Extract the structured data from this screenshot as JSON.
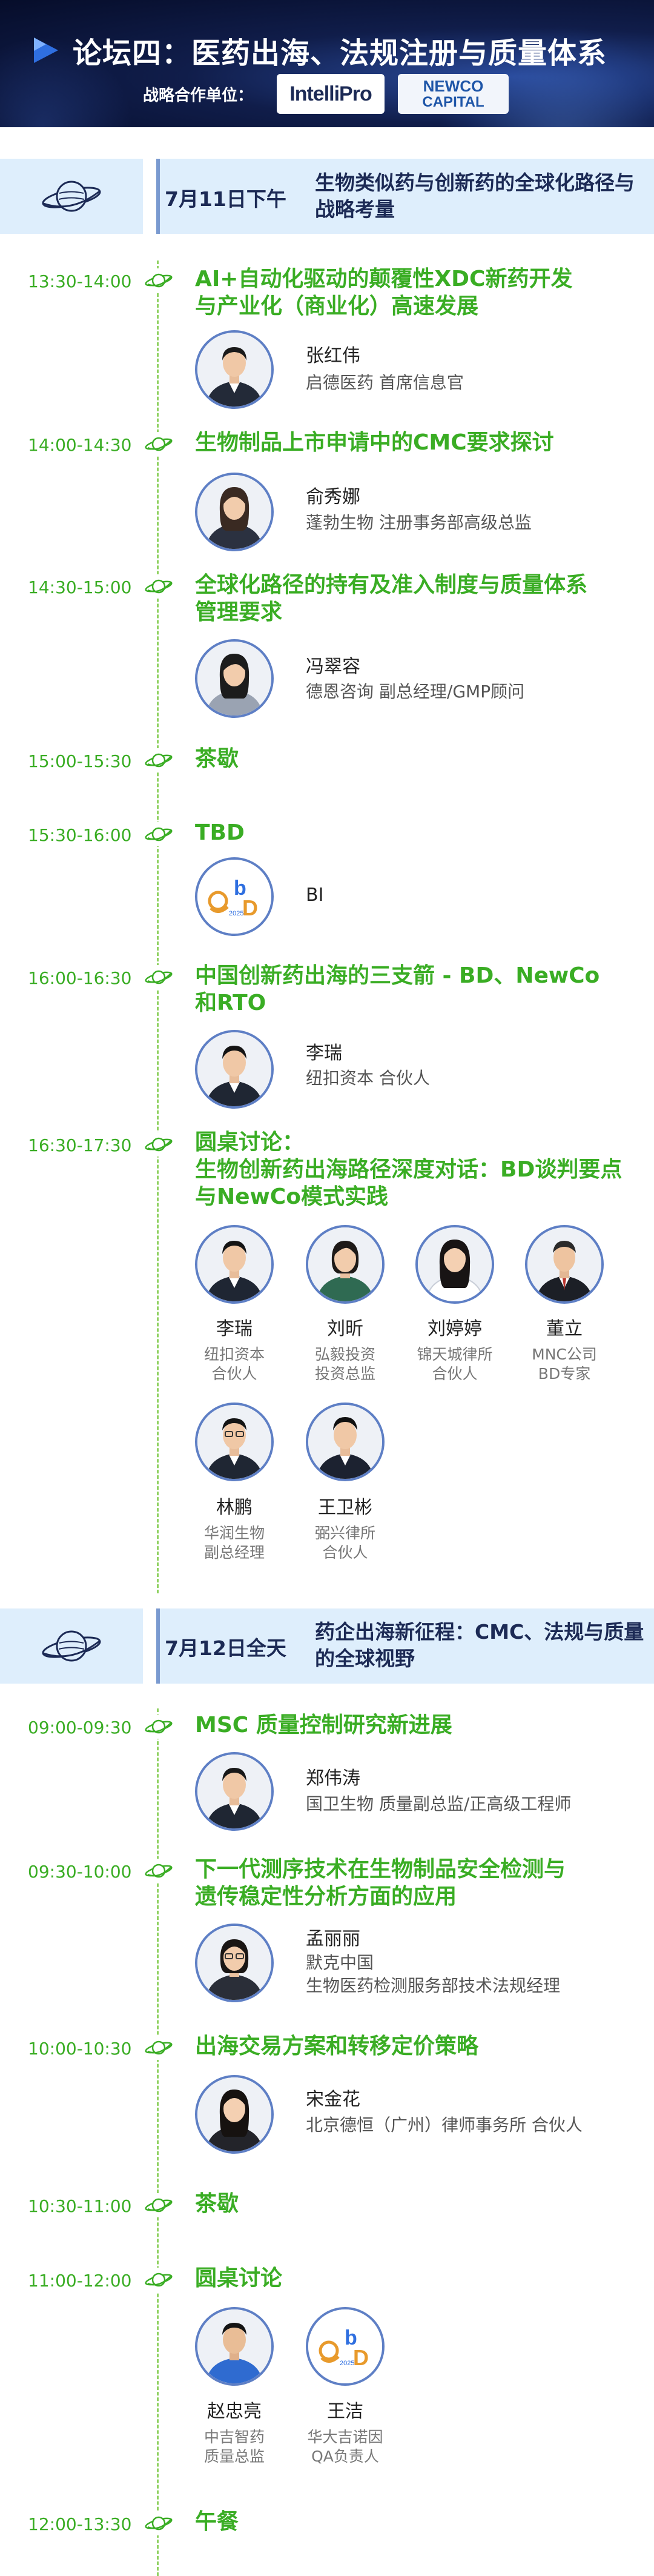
{
  "banner": {
    "title": "论坛四：医药出海、法规注册与质量体系",
    "partner_label": "战略合作单位：",
    "logos": {
      "intellipro": "IntelliPro",
      "newco_line1": "NEWCO",
      "newco_line2": "CAPITAL"
    },
    "accent_color": "#2f6fe0"
  },
  "colors": {
    "time_green": "#3aad24",
    "header_bg": "#deeefc",
    "avatar_ring": "#5e7fc5"
  },
  "days": [
    {
      "date": "7月11日下午",
      "title": "生物类似药与创新药的全球化路径与战略考量",
      "icon": "planet-icon"
    },
    {
      "date": "7月12日全天",
      "title": "药企出海新征程：CMC、法规与质量的全球视野",
      "icon": "planet-icon"
    }
  ],
  "d1": [
    {
      "time": "13:30-14:00",
      "title": [
        "AI+自动化驱动的颠覆性XDC新药开发",
        "与产业化（商业化）高速发展"
      ],
      "speaker": {
        "name": "张红伟",
        "role": [
          "启德医药 首席信息官"
        ]
      }
    },
    {
      "time": "14:00-14:30",
      "title": [
        "生物制品上市申请中的CMC要求探讨"
      ],
      "speaker": {
        "name": "俞秀娜",
        "role": [
          "蓬勃生物 注册事务部高级总监"
        ]
      }
    },
    {
      "time": "14:30-15:00",
      "title": [
        "全球化路径的持有及准入制度与质量体系",
        "管理要求"
      ],
      "speaker": {
        "name": "冯翠容",
        "role": [
          "德恩咨询 副总经理/GMP顾问"
        ]
      }
    },
    {
      "time": "15:00-15:30",
      "title": [
        "茶歇"
      ]
    },
    {
      "time": "15:30-16:00",
      "title": [
        "TBD"
      ],
      "speaker": {
        "name": "BI",
        "logo": "bD 2025"
      }
    },
    {
      "time": "16:00-16:30",
      "title": [
        "中国创新药出海的三支箭 - BD、NewCo",
        "和RTO"
      ],
      "speaker": {
        "name": "李瑞",
        "role": [
          "纽扣资本 合伙人"
        ]
      }
    },
    {
      "time": "16:30-17:30",
      "title": [
        "圆桌讨论：",
        "生物创新药出海路径深度对话：BD谈判要点",
        "与NewCo模式实践"
      ],
      "panel": [
        {
          "name": "李瑞",
          "role": [
            "纽扣资本",
            "合伙人"
          ]
        },
        {
          "name": "刘昕",
          "role": [
            "弘毅投资",
            "投资总监"
          ]
        },
        {
          "name": "刘婷婷",
          "role": [
            "锦天城律所",
            "合伙人"
          ]
        },
        {
          "name": "董立",
          "role": [
            "MNC公司",
            "BD专家"
          ]
        },
        {
          "name": "林鹏",
          "role": [
            "华润生物",
            "副总经理"
          ]
        },
        {
          "name": "王卫彬",
          "role": [
            "弼兴律所",
            "合伙人"
          ]
        }
      ]
    }
  ],
  "d2": [
    {
      "time": "09:00-09:30",
      "title": [
        "MSC 质量控制研究新进展"
      ],
      "speaker": {
        "name": "郑伟涛",
        "role": [
          "国卫生物 质量副总监/正高级工程师"
        ]
      }
    },
    {
      "time": "09:30-10:00",
      "title": [
        "下一代测序技术在生物制品安全检测与",
        "遗传稳定性分析方面的应用"
      ],
      "speaker": {
        "name": "孟丽丽",
        "role": [
          "默克中国",
          "生物医药检测服务部技术法规经理"
        ]
      }
    },
    {
      "time": "10:00-10:30",
      "title": [
        "出海交易方案和转移定价策略"
      ],
      "speaker": {
        "name": "宋金花",
        "role": [
          "北京德恒（广州）律师事务所 合伙人"
        ]
      }
    },
    {
      "time": "10:30-11:00",
      "title": [
        "茶歇"
      ]
    },
    {
      "time": "11:00-12:00",
      "title": [
        "圆桌讨论"
      ],
      "panel": [
        {
          "name": "赵忠亮",
          "role": [
            "中吉智药",
            "质量总监"
          ]
        },
        {
          "name": "王洁",
          "role": [
            "华大吉诺因",
            "QA负责人"
          ],
          "logo": "bD 2025"
        }
      ]
    },
    {
      "time": "12:00-13:30",
      "title": [
        "午餐"
      ]
    }
  ]
}
